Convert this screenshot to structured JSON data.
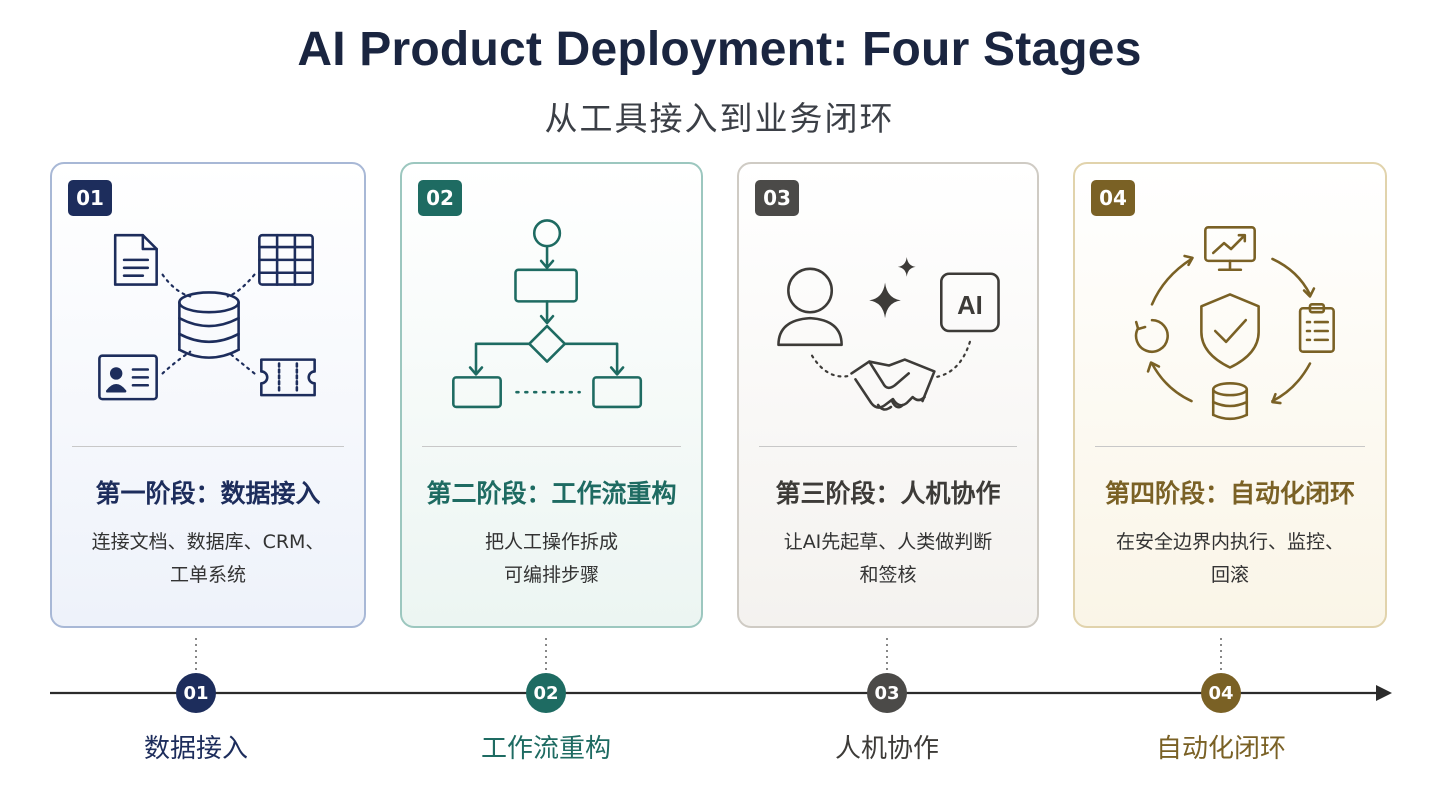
{
  "title": "AI Product Deployment: Four Stages",
  "subtitle": "从工具接入到业务闭环",
  "colors": {
    "stage1": "#1d2d5c",
    "stage2": "#1e6b62",
    "stage3": "#4b4a48",
    "stage4": "#7a6125",
    "timeline_line": "#2b2b2b"
  },
  "stages": [
    {
      "number": "01",
      "title": "第一阶段：数据接入",
      "desc_line1": "连接文档、数据库、CRM、",
      "desc_line2": "工单系统",
      "timeline_label": "数据接入",
      "icons": [
        "document-icon",
        "table-icon",
        "database-icon",
        "id-card-icon",
        "ticket-icon"
      ]
    },
    {
      "number": "02",
      "title": "第二阶段：工作流重构",
      "desc_line1": "把人工操作拆成",
      "desc_line2": "可编排步骤",
      "timeline_label": "工作流重构",
      "icons": [
        "flowchart-icon"
      ]
    },
    {
      "number": "03",
      "title": "第三阶段：人机协作",
      "desc_line1": "让AI先起草、人类做判断",
      "desc_line2": "和签核",
      "timeline_label": "人机协作",
      "ai_badge": "AI",
      "icons": [
        "person-icon",
        "sparkle-icon",
        "ai-chip-icon",
        "handshake-icon"
      ]
    },
    {
      "number": "04",
      "title": "第四阶段：自动化闭环",
      "desc_line1": "在安全边界内执行、监控、",
      "desc_line2": "回滚",
      "timeline_label": "自动化闭环",
      "icons": [
        "monitor-chart-icon",
        "clipboard-icon",
        "database-icon",
        "refresh-icon",
        "shield-check-icon"
      ]
    }
  ]
}
